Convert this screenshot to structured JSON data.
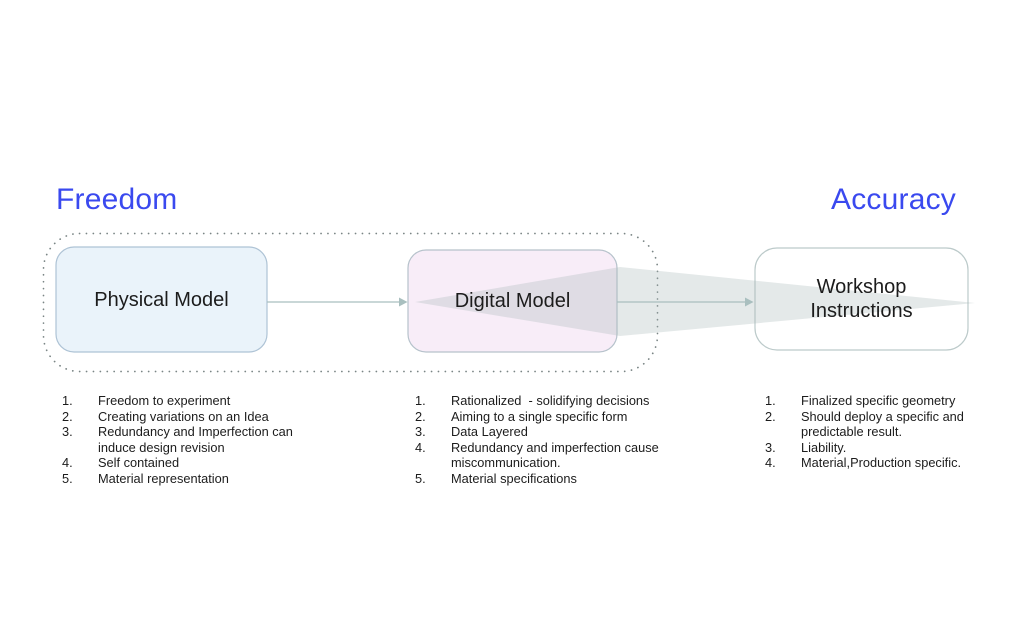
{
  "colors": {
    "accent": "#3a49ef",
    "text": "#1c1c1c",
    "physical-fill": "#eaf3fa",
    "physical-border": "#aec3d5",
    "digital-fill": "#f8edf8",
    "digital-border": "#b6c2cb",
    "workshop-fill": "#ffffff",
    "workshop-border": "#bccaca",
    "arrow": "#a9bfbf",
    "funnel": "rgba(167,181,181,0.30)",
    "dots": "#7a8585"
  },
  "titles": {
    "freedom": "Freedom",
    "accuracy": "Accuracy"
  },
  "boxes": {
    "physical": "Physical Model",
    "digital": "Digital Model",
    "workshop": "Workshop Instructions"
  },
  "lists": {
    "physical": {
      "items": [
        {
          "num": "1.",
          "text": "Freedom to experiment"
        },
        {
          "num": "2.",
          "text": "Creating variations on an Idea"
        },
        {
          "num": "3.",
          "text": "Redundancy and Imperfection can\ninduce design revision"
        },
        {
          "num": "4.",
          "text": "Self contained"
        },
        {
          "num": "5.",
          "text": "Material representation"
        }
      ]
    },
    "digital": {
      "items": [
        {
          "num": "1.",
          "text": "Rationalized  - solidifying decisions"
        },
        {
          "num": "2.",
          "text": "Aiming to a single specific form"
        },
        {
          "num": "3.",
          "text": "Data Layered"
        },
        {
          "num": "4.",
          "text": "Redundancy and imperfection cause\nmiscommunication."
        },
        {
          "num": "5.",
          "text": "Material specifications"
        }
      ]
    },
    "workshop": {
      "items": [
        {
          "num": "1.",
          "text": "Finalized specific geometry"
        },
        {
          "num": "2.",
          "text": "Should deploy a specific and\npredictable result."
        },
        {
          "num": "3.",
          "text": "Liability."
        },
        {
          "num": "4.",
          "text": "Material,Production specific."
        }
      ]
    }
  }
}
